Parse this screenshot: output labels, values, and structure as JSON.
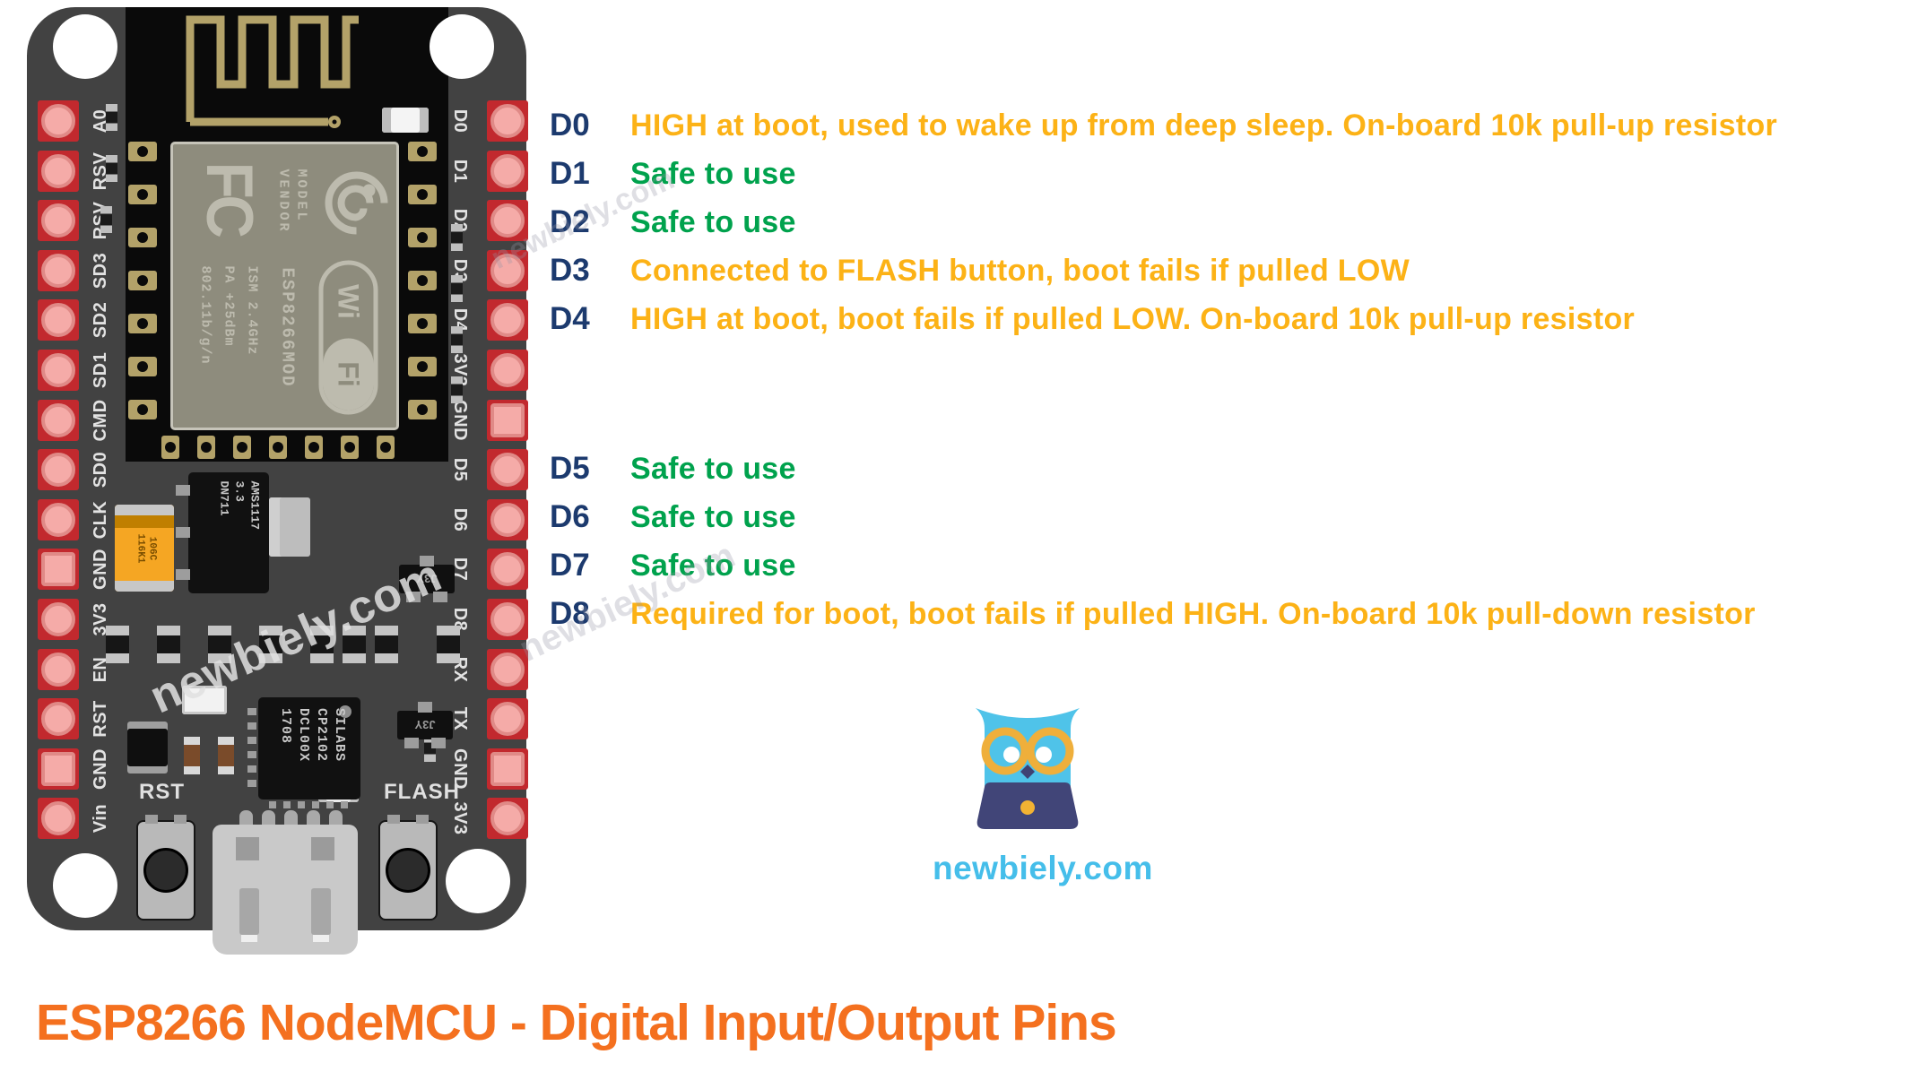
{
  "title": "ESP8266 NodeMCU - Digital Input/Output Pins",
  "brand": {
    "watermark": "newbiely.com",
    "logo_text": "newbiely.com"
  },
  "pin_table": {
    "top": [
      {
        "pin": "D0",
        "desc": "HIGH at boot, used to wake up from deep sleep. On-board 10k pull-up resistor",
        "type": "warn"
      },
      {
        "pin": "D1",
        "desc": "Safe to use",
        "type": "safe"
      },
      {
        "pin": "D2",
        "desc": "Safe to use",
        "type": "safe"
      },
      {
        "pin": "D3",
        "desc": "Connected to FLASH button, boot fails if pulled LOW",
        "type": "warn"
      },
      {
        "pin": "D4",
        "desc": "HIGH at boot, boot fails if pulled LOW. On-board 10k pull-up resistor",
        "type": "warn"
      }
    ],
    "bottom": [
      {
        "pin": "D5",
        "desc": "Safe to use",
        "type": "safe"
      },
      {
        "pin": "D6",
        "desc": "Safe to use",
        "type": "safe"
      },
      {
        "pin": "D7",
        "desc": "Safe to use",
        "type": "safe"
      },
      {
        "pin": "D8",
        "desc": "Required for boot, boot fails if pulled HIGH. On-board 10k pull-down resistor",
        "type": "warn"
      }
    ]
  },
  "board": {
    "left_pins": [
      {
        "label": "A0"
      },
      {
        "label": "RSV"
      },
      {
        "label": "RSV"
      },
      {
        "label": "SD3"
      },
      {
        "label": "SD2"
      },
      {
        "label": "SD1"
      },
      {
        "label": "CMD"
      },
      {
        "label": "SD0"
      },
      {
        "label": "CLK"
      },
      {
        "label": "GND",
        "shape": "square"
      },
      {
        "label": "3V3"
      },
      {
        "label": "EN"
      },
      {
        "label": "RST"
      },
      {
        "label": "GND",
        "shape": "square"
      },
      {
        "label": "Vin"
      }
    ],
    "right_pins": [
      {
        "label": "D0"
      },
      {
        "label": "D1"
      },
      {
        "label": "D2"
      },
      {
        "label": "D3"
      },
      {
        "label": "D4"
      },
      {
        "label": "3V3"
      },
      {
        "label": "GND",
        "shape": "square"
      },
      {
        "label": "D5"
      },
      {
        "label": "D6"
      },
      {
        "label": "D7"
      },
      {
        "label": "D8"
      },
      {
        "label": "RX"
      },
      {
        "label": "TX"
      },
      {
        "label": "GND",
        "shape": "square"
      },
      {
        "label": "3V3"
      }
    ],
    "buttons": {
      "reset": "RST",
      "flash": "FLASH"
    },
    "module": {
      "fcc": "FC",
      "vendor_line1": "MODEL",
      "vendor_line2": "VENDOR",
      "name": "ESP8266MOD",
      "spec1": "ISM 2.4GHz",
      "spec2": "PA +25dBm",
      "spec3": "802.11b/g/n",
      "wifi_left": "Wi",
      "wifi_right": "Fi"
    },
    "usb_chip": [
      "SILABS",
      "CP2102",
      "DCL00X",
      "1708"
    ],
    "regulator": [
      "AMS1117",
      "3.3",
      "DN711"
    ],
    "capacitor": [
      "106C",
      "116K1"
    ],
    "transistor": "J3Y"
  },
  "colors": {
    "safe": "#00A24D",
    "warn": "#FCB216",
    "pin_name": "#1C3A6E",
    "title": "#F4701F",
    "logo_blue": "#45BEEA"
  }
}
